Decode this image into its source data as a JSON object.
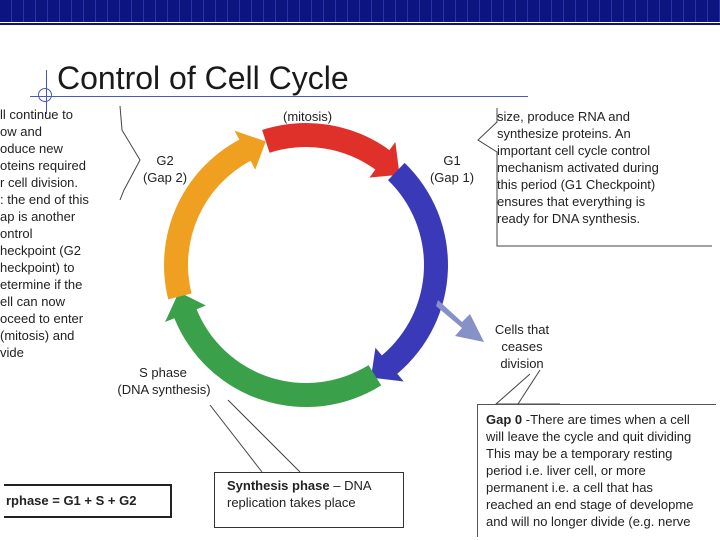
{
  "title": "Control of Cell Cycle",
  "labels": {
    "mitosis": "(mitosis)",
    "g2": [
      "G2",
      "(Gap 2)"
    ],
    "g1": [
      "G1",
      "(Gap 1)"
    ],
    "s_phase": [
      "S phase",
      "(DNA synthesis)"
    ],
    "g0_exit": [
      "Cells that",
      "ceases",
      "division"
    ]
  },
  "left_note": [
    "ll continue to",
    "ow and",
    "oduce new",
    "oteins required",
    "r cell division.",
    ": the end of this",
    "ap is another",
    "ontrol",
    "heckpoint (G2",
    "heckpoint) to",
    "etermine if the",
    "ell can now",
    "oceed to enter",
    " (mitosis) and",
    "vide"
  ],
  "right_note": [
    "size, produce RNA and",
    "synthesize proteins. An",
    "important cell cycle control",
    "mechanism activated during",
    "this period (G1 Checkpoint)",
    "ensures that everything is",
    "ready for DNA synthesis."
  ],
  "g0_note": {
    "heading": "Gap 0",
    "lines": [
      " -There are times when a cell",
      "will leave the cycle and quit dividing",
      "This may be a temporary resting",
      "period i.e. liver cell, or more",
      "permanent  i.e. a cell that has",
      "reached an end stage of developme",
      "and will no longer divide (e.g. nerve"
    ]
  },
  "synthesis_note": {
    "heading": "Synthesis phase",
    "rest": " – DNA",
    "line2": "replication takes place"
  },
  "interphase_note": "rphase = G1 + S + G2",
  "colors": {
    "mitosis": "#e0302a",
    "g1": "#3a3ab8",
    "s_phase": "#3aa04a",
    "g2": "#f0a020",
    "g0": "#8890c8",
    "header": "#0c1480"
  }
}
